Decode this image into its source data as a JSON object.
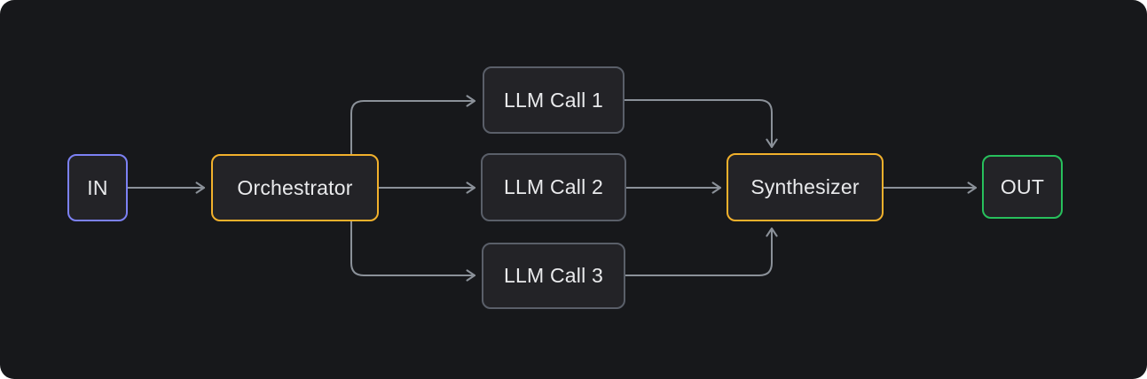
{
  "diagram": {
    "type": "flowchart",
    "pattern": "orchestrator-workers",
    "nodes": {
      "in": {
        "label": "IN",
        "border_color": "#7c81f4"
      },
      "orchestrator": {
        "label": "Orchestrator",
        "border_color": "#f2b12c"
      },
      "llm1": {
        "label": "LLM Call 1",
        "border_color": "#5a5f69"
      },
      "llm2": {
        "label": "LLM Call 2",
        "border_color": "#5a5f69"
      },
      "llm3": {
        "label": "LLM Call 3",
        "border_color": "#5a5f69"
      },
      "synthesizer": {
        "label": "Synthesizer",
        "border_color": "#f2b12c"
      },
      "out": {
        "label": "OUT",
        "border_color": "#27c05c"
      }
    },
    "edges": [
      {
        "from": "in",
        "to": "orchestrator"
      },
      {
        "from": "orchestrator",
        "to": "llm1"
      },
      {
        "from": "orchestrator",
        "to": "llm2"
      },
      {
        "from": "orchestrator",
        "to": "llm3"
      },
      {
        "from": "llm1",
        "to": "synthesizer"
      },
      {
        "from": "llm2",
        "to": "synthesizer"
      },
      {
        "from": "llm3",
        "to": "synthesizer"
      },
      {
        "from": "synthesizer",
        "to": "out"
      }
    ],
    "colors": {
      "page_background": "#ffffff",
      "panel_background": "#17181b",
      "node_fill": "#232327",
      "node_border_default": "#5a5f69",
      "node_border_input": "#7c81f4",
      "node_border_accent": "#f2b12c",
      "node_border_output": "#27c05c",
      "connector": "#8b9199",
      "text": "#e9eaec"
    }
  }
}
